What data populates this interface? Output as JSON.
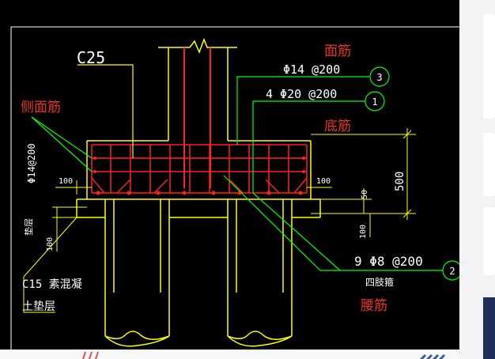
{
  "annotations": {
    "top_bars": "面筋",
    "side_bars": "侧面筋",
    "bottom_bars": "底筋",
    "waist_bars": "腰筋"
  },
  "cad": {
    "concrete_grade": "C25",
    "rebar_top_spec": "Φ14 @200",
    "rebar_bottom_spec": "4 Φ20 @200",
    "side_rebar_spec": "Φ14@200",
    "waist_rebar_spec": "9 Φ8 @200",
    "waist_rebar_note": "四肢箍",
    "dim_height": "500",
    "dim_100_left": "100",
    "dim_100_right": "100",
    "dim_50": "50",
    "dim_100_lower": "100",
    "dim_100_side": "100",
    "bedding_label": "垫层",
    "bedding_note_line1": "C15 素混凝",
    "bedding_note_line2": "土垫层",
    "callout_3": "3",
    "callout_1": "1",
    "callout_2": "2"
  },
  "colors": {
    "canvas_bg": "#000000",
    "concrete": "#ffff00",
    "rebar": "#ff2020",
    "leader": "#00ff00",
    "text": "#ffffff",
    "annotation": "#e8352b"
  }
}
